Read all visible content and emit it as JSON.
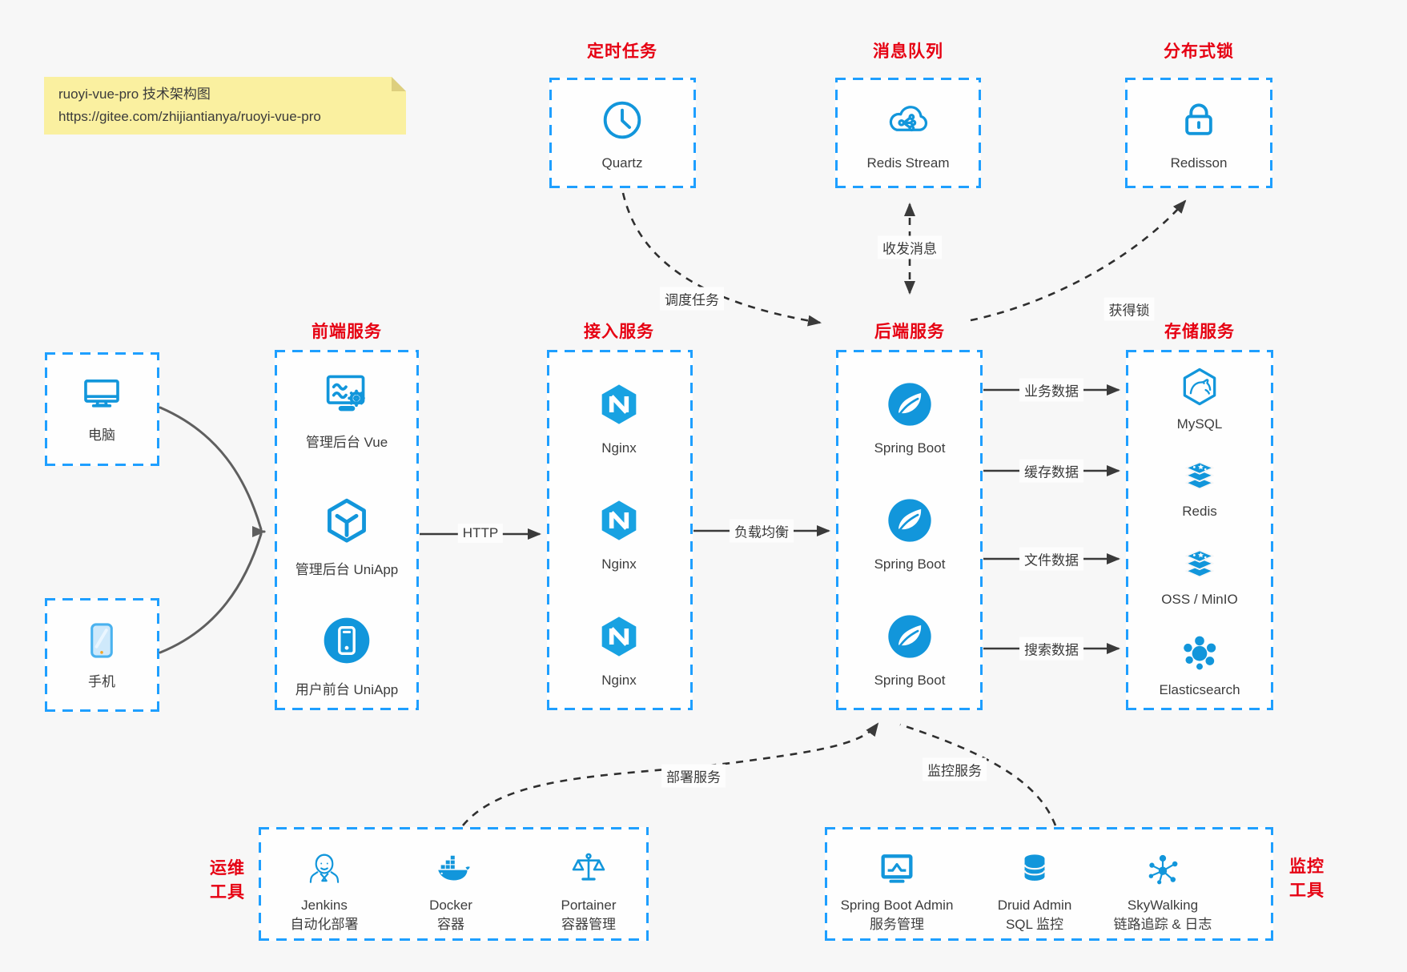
{
  "colors": {
    "canvas_bg": "#f7f7f7",
    "box_border_blue": "#1e9fff",
    "icon_blue": "#1296db",
    "title_red": "#e60012",
    "arrow_dark": "#3a3a3a",
    "arrow_gray": "#5f5f5f",
    "note_bg": "#faf0a0"
  },
  "note": {
    "title": "ruoyi-vue-pro 技术架构图",
    "url": "https://gitee.com/zhijiantianya/ruoyi-vue-pro"
  },
  "groups": {
    "scheduled": {
      "title": "定时任务",
      "items": [
        {
          "icon": "clock-icon",
          "label": "Quartz"
        }
      ]
    },
    "mq": {
      "title": "消息队列",
      "items": [
        {
          "icon": "cloud-stream-icon",
          "label": "Redis Stream"
        }
      ]
    },
    "distlock": {
      "title": "分布式锁",
      "items": [
        {
          "icon": "lock-icon",
          "label": "Redisson"
        }
      ]
    },
    "clients": {
      "items": [
        {
          "icon": "desktop-icon",
          "label": "电脑"
        },
        {
          "icon": "phone-icon",
          "label": "手机"
        }
      ]
    },
    "frontend": {
      "title": "前端服务",
      "items": [
        {
          "icon": "admin-vue-icon",
          "label": "管理后台 Vue"
        },
        {
          "icon": "uniapp-cube-icon",
          "label": "管理后台 UniApp"
        },
        {
          "icon": "user-app-icon",
          "label": "用户前台 UniApp"
        }
      ]
    },
    "access": {
      "title": "接入服务",
      "items": [
        {
          "icon": "nginx-icon",
          "label": "Nginx"
        },
        {
          "icon": "nginx-icon",
          "label": "Nginx"
        },
        {
          "icon": "nginx-icon",
          "label": "Nginx"
        }
      ]
    },
    "backend": {
      "title": "后端服务",
      "items": [
        {
          "icon": "spring-boot-icon",
          "label": "Spring Boot"
        },
        {
          "icon": "spring-boot-icon",
          "label": "Spring Boot"
        },
        {
          "icon": "spring-boot-icon",
          "label": "Spring Boot"
        }
      ]
    },
    "storage": {
      "title": "存储服务",
      "items": [
        {
          "icon": "mysql-icon",
          "label": "MySQL"
        },
        {
          "icon": "redis-icon",
          "label": "Redis"
        },
        {
          "icon": "oss-minio-icon",
          "label": "OSS / MinIO"
        },
        {
          "icon": "elasticsearch-icon",
          "label": "Elasticsearch"
        }
      ]
    },
    "ops": {
      "title_line1": "运维",
      "title_line2": "工具",
      "items": [
        {
          "icon": "jenkins-icon",
          "name": "Jenkins",
          "desc": "自动化部署"
        },
        {
          "icon": "docker-icon",
          "name": "Docker",
          "desc": "容器"
        },
        {
          "icon": "portainer-icon",
          "name": "Portainer",
          "desc": "容器管理"
        }
      ]
    },
    "monitoring": {
      "title_line1": "监控",
      "title_line2": "工具",
      "items": [
        {
          "icon": "spring-boot-admin-icon",
          "name": "Spring Boot Admin",
          "desc": "服务管理"
        },
        {
          "icon": "druid-icon",
          "name": "Druid Admin",
          "desc": "SQL 监控"
        },
        {
          "icon": "skywalking-icon",
          "name": "SkyWalking",
          "desc": "链路追踪 & 日志"
        }
      ]
    }
  },
  "edges": {
    "http": "HTTP",
    "load_balance": "负载均衡",
    "schedule_task": "调度任务",
    "send_receive_msg": "收发消息",
    "acquire_lock": "获得锁",
    "business_data": "业务数据",
    "cache_data": "缓存数据",
    "file_data": "文件数据",
    "search_data": "搜索数据",
    "deploy_service": "部署服务",
    "monitor_service": "监控服务"
  }
}
